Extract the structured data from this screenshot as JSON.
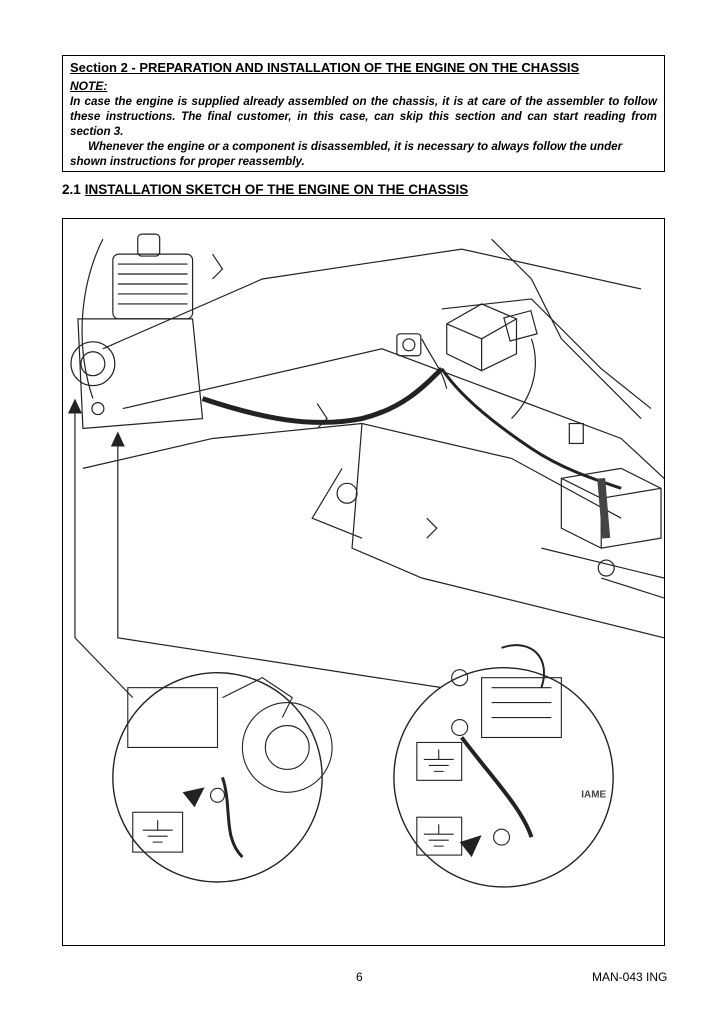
{
  "header": {
    "section_title": "Section 2  -  PREPARATION AND INSTALLATION OF THE ENGINE ON THE CHASSIS",
    "note_label": "NOTE:",
    "note_paragraph_1": "In case the engine is supplied already assembled on the chassis, it is at care of the assembler to follow these instructions. The final customer, in this case, can skip this section and can start reading from section 3.",
    "note_paragraph_2": "Whenever the engine or a component is disassembled, it is necessary to always follow the under shown instructions for proper reassembly."
  },
  "subsection": {
    "number": "2.1",
    "title": "INSTALLATION SKETCH OF THE ENGINE ON THE CHASSIS"
  },
  "figure": {
    "brand_mark": "IAME"
  },
  "footer": {
    "page_number": "6",
    "doc_code": "MAN-043 ING"
  }
}
